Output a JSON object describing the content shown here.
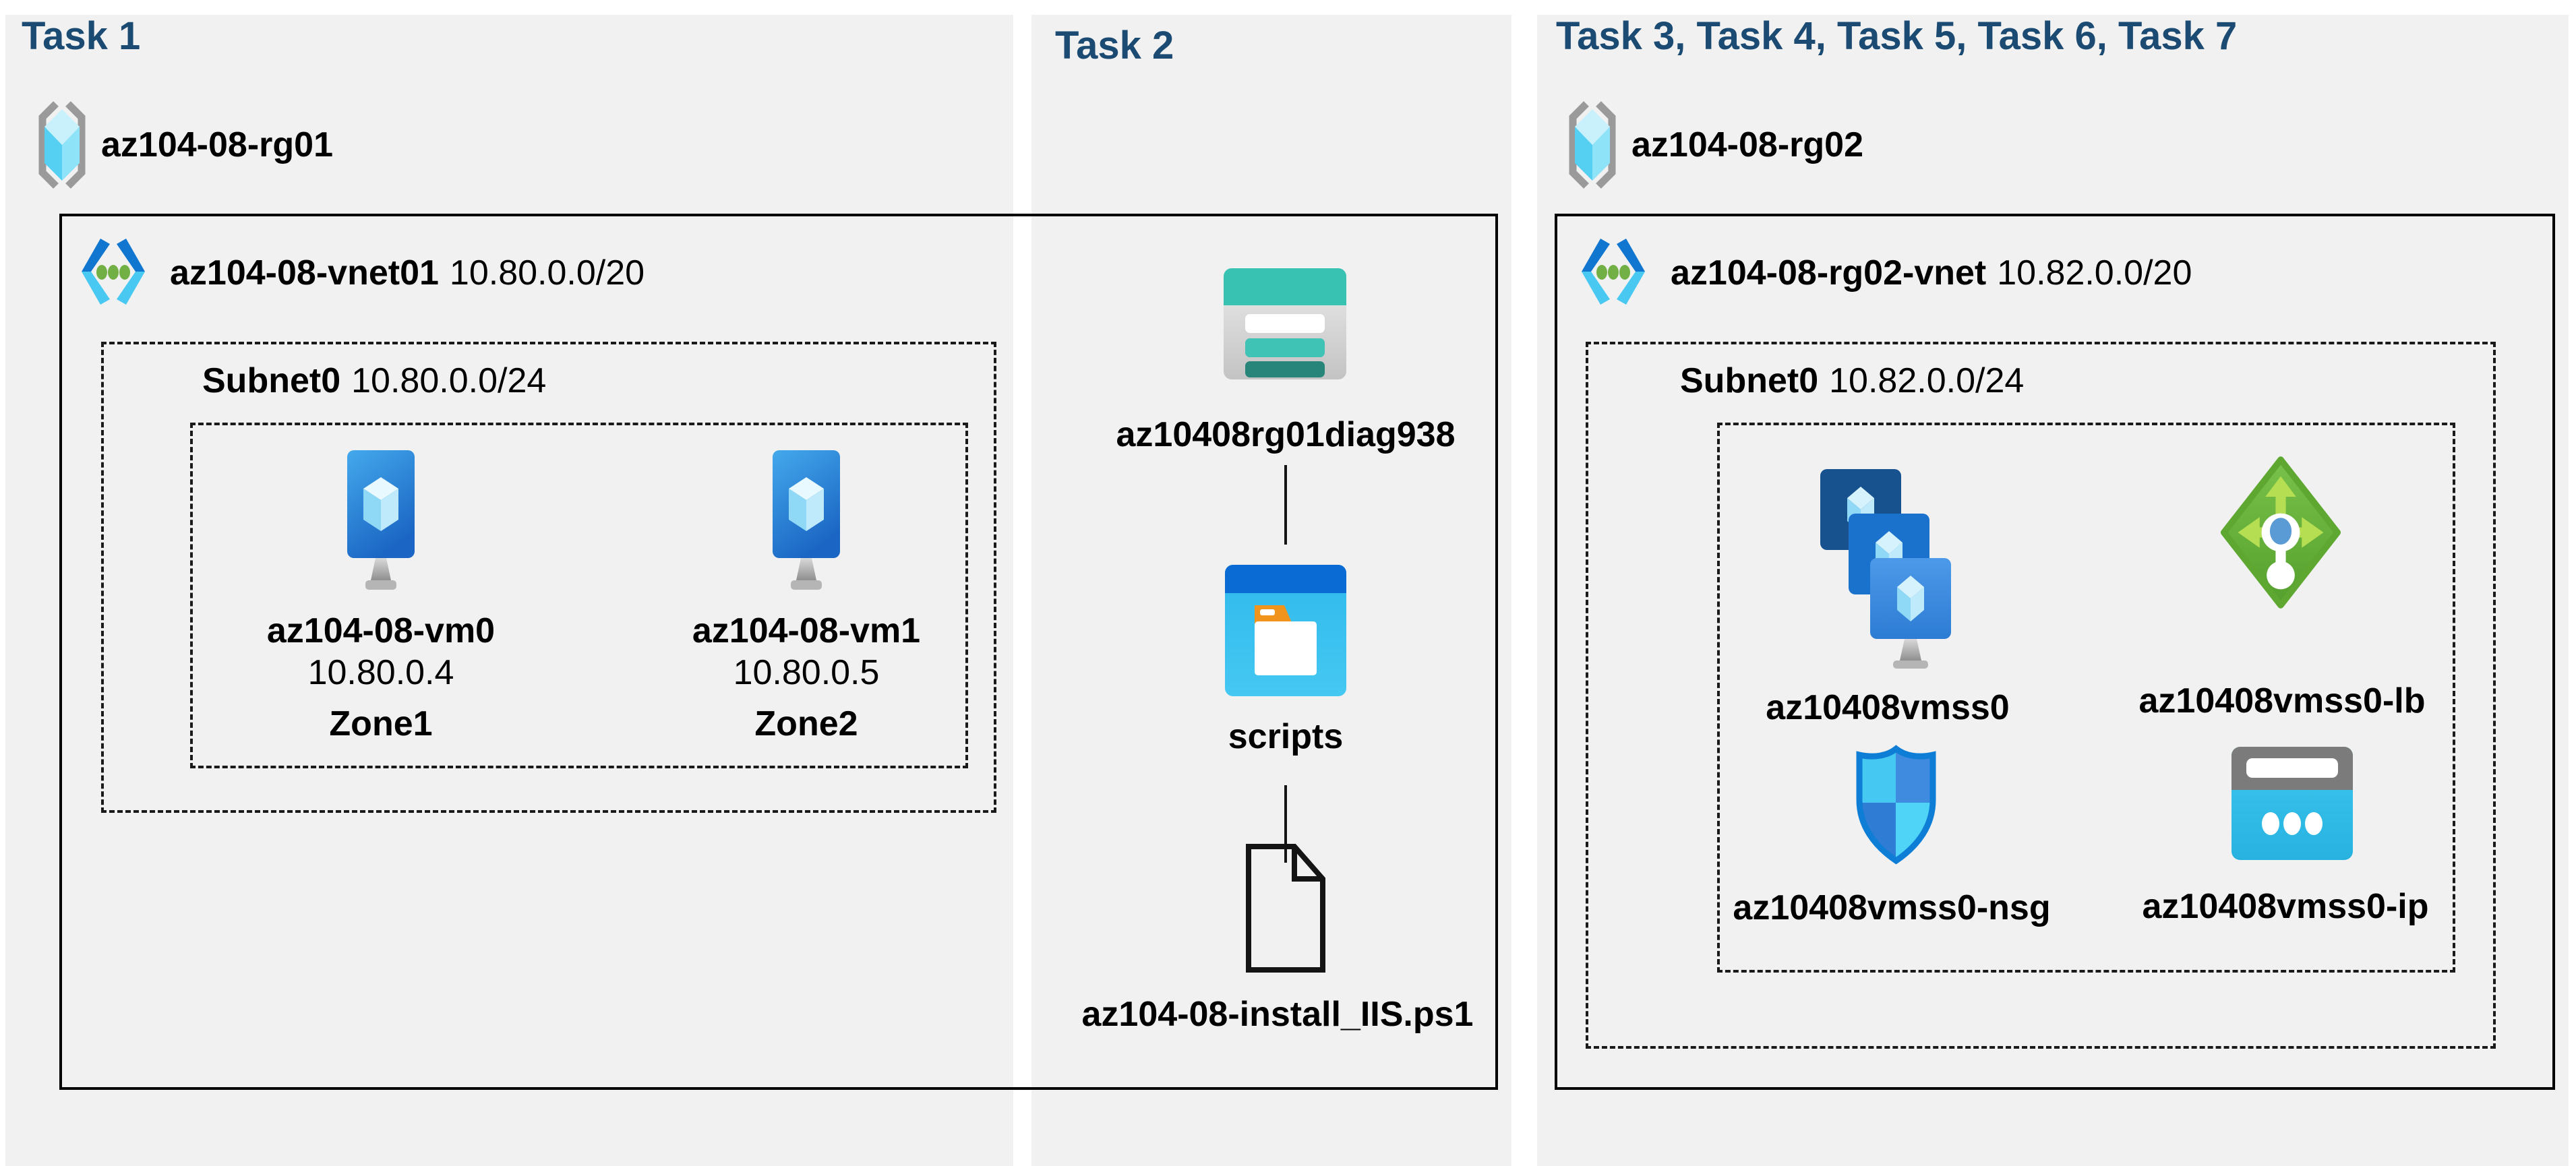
{
  "colors": {
    "header_blue": "#1b4a72",
    "panel_gray": "#f1f1f1",
    "border_black": "#000000",
    "storage_teal": "#37c2b1",
    "storage_teal_dark": "#27857a",
    "blob_header_blue": "#0b6bd4",
    "blob_body_cyan": "#35bfee",
    "folder_tab_orange": "#f0941e",
    "vm_screen_blue": "#1d68c2",
    "vnet_chevron_blue": "#1176cf",
    "vnet_chevron_cyan": "#49c8f2",
    "vnet_dot_green": "#72b046",
    "lb_green": "#68b33c",
    "nsg_border_blue": "#0d7dd6",
    "ip_cyan": "#38c4ec",
    "rg_bracket_gray": "#9a9a9a"
  },
  "task1": {
    "header": "Task 1",
    "rg_name": "az104-08-rg01",
    "vnet_name": "az104-08-vnet01",
    "vnet_cidr": "10.80.0.0/20",
    "subnet_name": "Subnet0",
    "subnet_cidr": "10.80.0.0/24",
    "vms": [
      {
        "name": "az104-08-vm0",
        "ip": "10.80.0.4",
        "zone": "Zone1"
      },
      {
        "name": "az104-08-vm1",
        "ip": "10.80.0.5",
        "zone": "Zone2"
      }
    ]
  },
  "task2": {
    "header": "Task 2",
    "storage_account_name": "az10408rg01diag938",
    "container_name": "scripts",
    "script_file_name": "az104-08-install_IIS.ps1"
  },
  "task3": {
    "header": "Task 3, Task 4, Task 5, Task 6, Task 7",
    "rg_name": "az104-08-rg02",
    "vnet_name": "az104-08-rg02-vnet",
    "vnet_cidr": "10.82.0.0/20",
    "subnet_name": "Subnet0",
    "subnet_cidr": "10.82.0.0/24",
    "vmss_name": "az10408vmss0",
    "lb_name": "az10408vmss0-lb",
    "nsg_name": "az10408vmss0-nsg",
    "ip_name": "az10408vmss0-ip"
  }
}
